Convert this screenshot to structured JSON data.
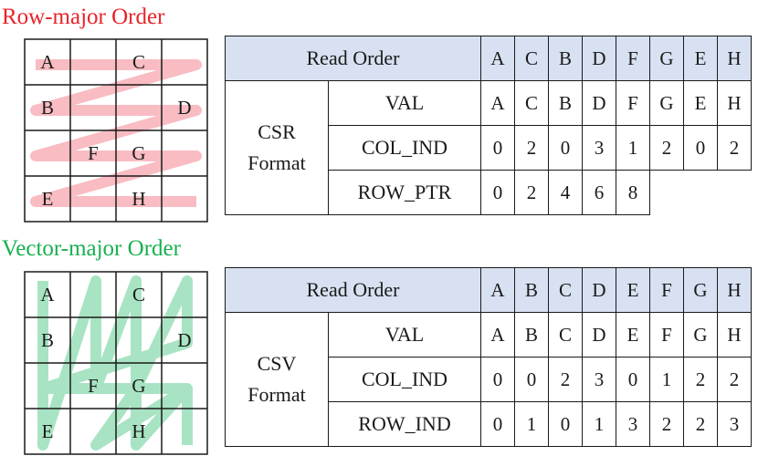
{
  "row_major": {
    "title": "Row-major Order",
    "grid": [
      [
        "A",
        "",
        "C",
        ""
      ],
      [
        "B",
        "",
        "",
        "D"
      ],
      [
        "",
        "F",
        "G",
        ""
      ],
      [
        "E",
        "",
        "H",
        ""
      ]
    ],
    "path_color": "#f06a78",
    "table": {
      "read_order_label": "Read Order",
      "read_order": [
        "A",
        "C",
        "B",
        "D",
        "F",
        "G",
        "E",
        "H"
      ],
      "format_line1": "CSR",
      "format_line2": "Format",
      "rows": [
        {
          "label": "VAL",
          "values": [
            "A",
            "C",
            "B",
            "D",
            "F",
            "G",
            "E",
            "H"
          ]
        },
        {
          "label": "COL_IND",
          "values": [
            "0",
            "2",
            "0",
            "3",
            "1",
            "2",
            "0",
            "2"
          ]
        },
        {
          "label": "ROW_PTR",
          "values": [
            "0",
            "2",
            "4",
            "6",
            "8"
          ]
        }
      ]
    }
  },
  "vector_major": {
    "title": "Vector-major Order",
    "grid": [
      [
        "A",
        "",
        "C",
        ""
      ],
      [
        "B",
        "",
        "",
        "D"
      ],
      [
        "",
        "F",
        "G",
        ""
      ],
      [
        "E",
        "",
        "H",
        ""
      ]
    ],
    "path_color": "#3fc47a",
    "table": {
      "read_order_label": "Read Order",
      "read_order": [
        "A",
        "B",
        "C",
        "D",
        "E",
        "F",
        "G",
        "H"
      ],
      "format_line1": "CSV",
      "format_line2": "Format",
      "rows": [
        {
          "label": "VAL",
          "values": [
            "A",
            "B",
            "C",
            "D",
            "E",
            "F",
            "G",
            "H"
          ]
        },
        {
          "label": "COL_IND",
          "values": [
            "0",
            "0",
            "2",
            "3",
            "0",
            "1",
            "2",
            "2"
          ]
        },
        {
          "label": "ROW_IND",
          "values": [
            "0",
            "1",
            "0",
            "1",
            "3",
            "2",
            "2",
            "3"
          ]
        }
      ]
    }
  }
}
